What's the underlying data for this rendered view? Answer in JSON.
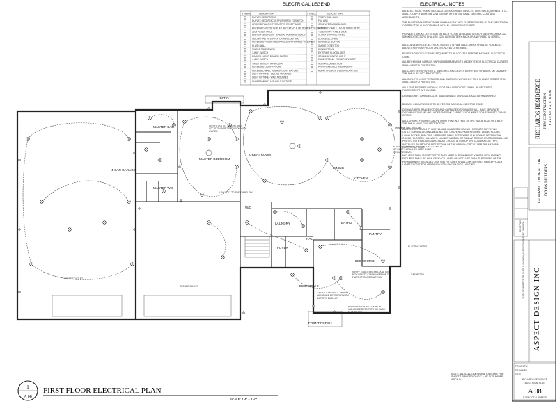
{
  "sheet": {
    "title": "FIRST FLOOR ELECTRICAL PLAN",
    "scale": "SCALE: 1/4\" = 1'-0\"",
    "callout_number": "1",
    "callout_sheet": "A 08",
    "note_scale": "NOTE: ALL SCALE DESIGNATIONS ARE FOR SHEETS PRINTED ON 24\" x 36\" SIZE PAPER, ARCH-D"
  },
  "legend": {
    "title": "ELECTRICAL LEGEND",
    "col_symbol": "SYMBOL",
    "col_desc": "DESCRIPTION",
    "left_items": [
      "DUPLEX RECEPTACLE",
      "DUPLEX RECEPTACLE SPLIT WIRED TO SWITCH",
      "GROUND FAULT INTERRUPTER RECEPTACLE",
      "RECESSED FLOOR DUPLEX RECEPTACLE SPLIT WIRED TO SWITCH",
      "220V RECEPTACLE",
      "DEDICATED CIRCUIT - SPECIAL PURPOSE OUTLET",
      "CEILING FAN W/ SWITCH OR FAN CONTROL",
      "RECESSED FLOOR RECEPTACLE SPLIT WIRED TO SWITCH",
      "FLUSH WALL",
      "SINGLE POLE SWITCH",
      "3-WAY SWITCH",
      "DIMMER / LIGHT DIMMER SWITCH",
      "4-WAY SWITCH",
      "TIMER SWITCH / HYGROSTAT",
      "RECESSED LIGHT FIXTURE",
      "RECESSED WALL WASHER LIGHT FIXTURE",
      "LIGHT FIXTURE - CEILING MOUNTED",
      "LIGHT FIXTURE - WALL MOUNTED",
      "UNDERCABINET LED LIGHT FIXTURE"
    ],
    "right_items": [
      "TELEPHONE JACK",
      "FAX LINE",
      "COMPUTER MODEM JACK",
      "ENSURED CABLE - TV OR FIBER OPTIC",
      "TELEVISION / CABLE JACK",
      "ALARM CONTROL PANEL",
      "DOORBELL CHIME",
      "DOORBELL BUTTON",
      "SMOKE DETECTOR",
      "EXHAUST FAN",
      "EXTERIOR FLOOD LIGHT",
      "COMBINATION FAN LIGHT",
      "EXHAUST FAN - CEILING MOUNTED",
      "MOTOR CONNECTION",
      "PROGRAMMABLE THERMOSTAT",
      "AUDIO SPEAKER (FLUSH MOUNTED)"
    ]
  },
  "notes": {
    "title": "ELECTRICAL NOTES",
    "items": [
      "ALL ELECTRICAL WORK, INSTALLATION, MATERIALS, DEVICES, LIGHTING, EQUIPMENT ETC. SHALL COMPLY WITH THE 2014 EDITION OF THE NATIONAL ELECTRIC CODE AND AMENDMENTS.",
      "THE ELECTRICAL CIRCUITS AND PANEL LAYOUT ARE TO BE DESIGNED BY THE ELECTRICAL CONTRACTOR IN ACCORDANCE WITH ALL APPLICABLE CODES.",
      "PROVIDE A SMOKE DETECTOR ON EACH FLOOR LEVEL AND IN EACH SLEEPING AREA. ALL SMOKE DETECTORS SHALL BE 120V WITH BATTERY BACK-UP AND WIRED IN SERIES.",
      "ALL CONVENIENCE ELECTRICAL OUTLETS IN HABITABLE AREAS SHALL BE PLACED 12\" ABOVE THE FINISH FLOOR UNLESS NOTED OTHERWISE.",
      "RECEPTACLE OUTLETS ARE REQUIRED TO BE LOCATED PER THE NATIONAL ELECTRICAL CODE.",
      "ALL BATHROOM, GARAGE, UNFINISHED BASEMENTS AND EXTERIOR ELECTRICAL OUTLETS SHALL BE GFCI PROTECTED.",
      "ALL COUNTERTOP OUTLETS, SWITCHES, AND LIGHTS WITHIN 6'-0\" OF A SINK OR LAUNDRY TUB SHALL BE GFCI PROTECTED.",
      "ALL OUTLETS, LIGHT FIXTURES, AND SWITCHES WITHIN 5'-0\" OF A SHOWER OR BATH TUB SHALL BE GFCI PROTECTED.",
      "ALL LIGHT FIXTURES WITHIN 6'-0\" OR SMALLER CLOSET SHALL BE RECESSED FLUORESCENT WITH A LENS.",
      "DISHWASHER, GARAGE DOOR, AND GARBAGE DISPOSAL SHALL BE HARDWIRED.",
      "BRANCH CIRCUIT WIRING TO BE PER THE NATIONAL ELECTRIC CODE.",
      "DISHWASHERS, RANGE HOODS AND GARBAGE DISPOSALS SHALL HAVE SEPARATE DISCONNECTING MEANS UNDER THE SINK CABINET EACH WIRED TO A SEPARATE 20 AMP CIRCUIT.",
      "ALL LIGHTING FIXTURES ABOVE OR WITHIN TWO FEET OF THE INSIDE EDGE OF A BATH TUB SHALL HAVE GFCI PROTECTION.",
      "ALL 120-VOLT, SINGLE PHASE, 15- AND 20-AMPERE BRANCH CIRCUITS SUPPLYING OUTLETS INSTALLED IN DWELLING UNIT KITCHENS, FAMILY ROOMS, DINING ROOMS, LIVING ROOMS, PARLORS, LIBRARIES, DENS, BEDROOMS, SUN ROOMS, RECREATION ROOMS, CLOSETS, HALLWAYS, LAUNDRY AREAS, OR SIMILAR ROOMS OR AREAS SHALL BE PROTECTED BY A LISTED ARC-FAULT CIRCUIT INTERRUPTER, COMBINATION TYPE, INSTALLED TO PROVIDE PROTECTION OF THE BRANCH CIRCUIT PER THE NATIONAL ELECTRICAL CODE.",
      "NOT LESS THAN 75 PERCENT OF THE LAMPS IN PERMANENTLY INSTALLED LIGHTING FIXTURES SHALL BE HIGH-EFFICACY LAMPS OR NOT LESS THAN 75 PERCENT OF THE PERMANENTLY INSTALLED LIGHTING FIXTURES SHALL CONTAIN ONLY HIGH-EFFICACY LAMPS EXCEPT FOR APPROVED FOR LOW-VOLTAGE LIGHTING."
    ]
  },
  "title_block": {
    "project": "RICHARDS RESIDENCE",
    "project_line2": "NEW CONSTRUCTION",
    "project_line3": "LAKE VILLA, IL 60046",
    "contractor": "GENERAL CONTRACTOR",
    "contractor_name": "DIXON BUILDERS",
    "firm": "ASPECT DESIGN INC.",
    "firm_address": "24170 COMMERCE DR. SUITE B ANTIOCH, IL 60002 PHONE: 847-395-6400",
    "revisions_label": "REVISIONS",
    "project_no_label": "PROJECT #",
    "drawn_by_label": "DRAWN BY",
    "date_label": "DATE",
    "sheet_project": "RICHARDS RESIDENCE",
    "sheet_desc": "ELECTRICAL PLAN",
    "sheet_number": "A 08",
    "sheet_of": "8 OF 8 TOTAL SHEETS"
  },
  "rooms": {
    "patio": "PATIO",
    "master_bath": "MASTER BATH",
    "master_bedroom": "MASTER BEDROOM",
    "great_room": "GREAT ROOM",
    "dining": "DINING",
    "kitchen": "KITCHEN",
    "garage": "4-CAR GARAGE",
    "master_wic": "MASTER W/C",
    "wic": "W/C",
    "laundry": "LAUNDRY",
    "bath2": "BATH 2",
    "pantry": "PANTRY",
    "hall": "HALL",
    "foyer": "FOYER",
    "bedroom2": "BEDROOM 2",
    "bedroom3": "BEDROOM 3",
    "front_porch": "FRONT PORCH"
  },
  "annotations": {
    "window_well": "WINDOW WELL BELOW",
    "opener1": "OPENER OUTLET",
    "opener2": "OPENER OUTLET",
    "electric_meter": "ELECTRIC METER",
    "gas_meter": "GAS METER",
    "kitchen_note": "KITCHEN EXHAUST HOOD NOTE: LOCATION OF DUCT INSTALL TO MEET CODE REQUIREMENTS",
    "smoke_note": "120 VOLT SMOKE / CARBON MONOXIDE DETECTOR WITH BATTERY BACK-UP",
    "smoke_note2": "PROVIDE A SMOKE / CARBON MONOXIDE DETECTOR ON EACH FLOOR LEVEL",
    "verify_note": "VERIFY EXACT METER LOCATION WITH UTILITY COMPANY PRIOR TO START OF CONSTRUCTION",
    "tv_note": "VERIFY OUTLET HEIGHT AND LOCATION FOR TELEVISION WITH OWNER",
    "lowvolt": "LOW-VOLT TO SWITCH BELOW"
  }
}
